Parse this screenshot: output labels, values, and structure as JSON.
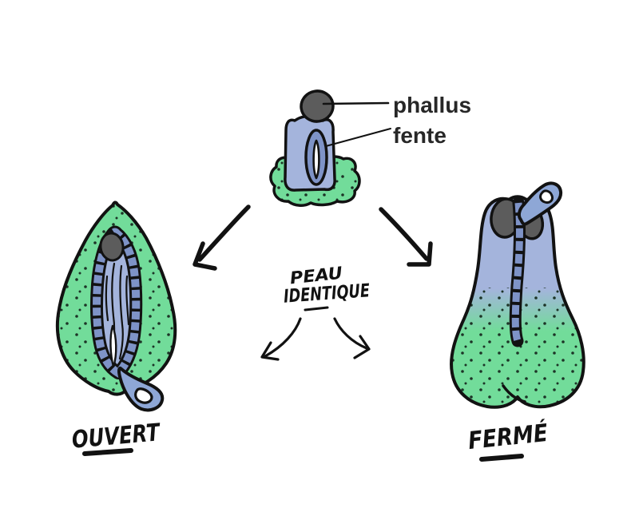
{
  "labels": {
    "phallus": "phallus",
    "fente": "fente"
  },
  "center_note": {
    "line1": "PEAU",
    "line2": "IDENTIQUE"
  },
  "captions": {
    "left": "OUVERT",
    "right": "FERMÉ"
  },
  "colors": {
    "green": "#72DC9A",
    "skin_blue": "#A4B4DC",
    "band_blue": "#7E93C7",
    "tag_blue": "#8EA7D6",
    "glans_gray": "#5C5C5C",
    "dot": "#1C3326",
    "ink": "#121212",
    "label_text": "#272727",
    "background": "#FFFFFF"
  }
}
